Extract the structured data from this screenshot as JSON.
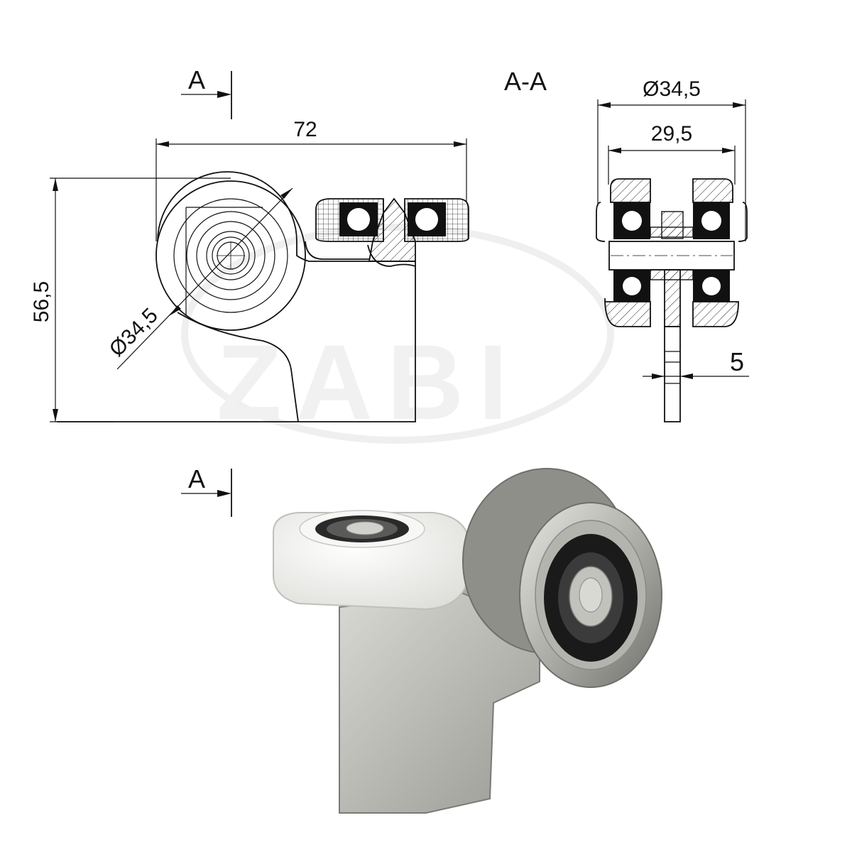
{
  "section_marker": {
    "letter": "A",
    "section_title": "A-A"
  },
  "dimensions": {
    "overall_width": "72",
    "overall_height": "56,5",
    "wheel_diameter_front": "Ø34,5",
    "wheel_diameter_section": "Ø34,5",
    "inner_width_section": "29,5",
    "plate_thickness": "5"
  },
  "watermark": {
    "text": "ZABI"
  },
  "colors": {
    "line": "#111111",
    "hatch": "#222222",
    "bearing_black": "#111111",
    "nylon_wheel": "#f2f2f0",
    "steel_light": "#c9c9c4",
    "steel_dark": "#8d8d88",
    "watermark": "#eeeeee"
  }
}
